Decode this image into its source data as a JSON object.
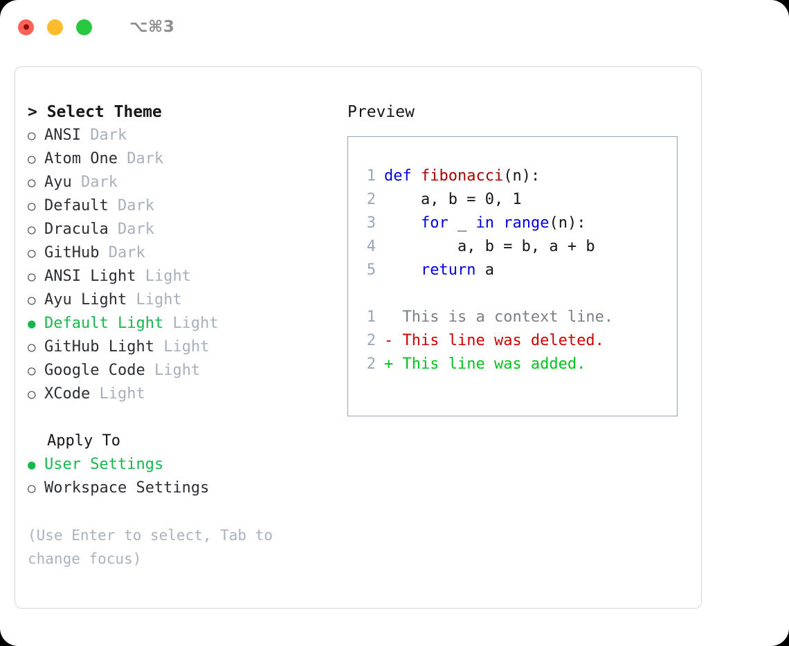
{
  "titlebar": {
    "shortcut": "⌥⌘3",
    "lights": [
      {
        "name": "close",
        "color": "#ff6159"
      },
      {
        "name": "minimize",
        "color": "#fdbc2e"
      },
      {
        "name": "maximize",
        "color": "#28c840"
      }
    ]
  },
  "theme_panel": {
    "heading": "> Select Theme",
    "items": [
      {
        "bullet": "○",
        "label": "ANSI",
        "tag": "Dark",
        "selected": false
      },
      {
        "bullet": "○",
        "label": "Atom One",
        "tag": "Dark",
        "selected": false
      },
      {
        "bullet": "○",
        "label": "Ayu",
        "tag": "Dark",
        "selected": false
      },
      {
        "bullet": "○",
        "label": "Default",
        "tag": "Dark",
        "selected": false
      },
      {
        "bullet": "○",
        "label": "Dracula",
        "tag": "Dark",
        "selected": false
      },
      {
        "bullet": "○",
        "label": "GitHub",
        "tag": "Dark",
        "selected": false
      },
      {
        "bullet": "○",
        "label": "ANSI Light",
        "tag": "Light",
        "selected": false
      },
      {
        "bullet": "○",
        "label": "Ayu Light",
        "tag": "Light",
        "selected": false
      },
      {
        "bullet": "●",
        "label": "Default Light",
        "tag": "Light",
        "selected": true
      },
      {
        "bullet": "○",
        "label": "GitHub Light",
        "tag": "Light",
        "selected": false
      },
      {
        "bullet": "○",
        "label": "Google Code",
        "tag": "Light",
        "selected": false
      },
      {
        "bullet": "○",
        "label": "XCode",
        "tag": "Light",
        "selected": false
      }
    ]
  },
  "apply_to": {
    "heading": "Apply To",
    "items": [
      {
        "bullet": "●",
        "label": "User Settings",
        "selected": true
      },
      {
        "bullet": "○",
        "label": "Workspace Settings",
        "selected": false
      }
    ]
  },
  "hint": "(Use Enter to select, Tab to change focus)",
  "preview": {
    "title": "Preview",
    "code_lines": [
      {
        "no": "1",
        "tokens": [
          {
            "t": "def ",
            "c": "kw"
          },
          {
            "t": "fibonacci",
            "c": "fn"
          },
          {
            "t": "(n):",
            "c": "plain"
          }
        ]
      },
      {
        "no": "2",
        "tokens": [
          {
            "t": "    a, b = 0, 1",
            "c": "plain"
          }
        ]
      },
      {
        "no": "3",
        "tokens": [
          {
            "t": "    ",
            "c": "plain"
          },
          {
            "t": "for ",
            "c": "kw"
          },
          {
            "t": "_ ",
            "c": "plain"
          },
          {
            "t": "in ",
            "c": "kw"
          },
          {
            "t": "range",
            "c": "kw"
          },
          {
            "t": "(n):",
            "c": "plain"
          }
        ]
      },
      {
        "no": "4",
        "tokens": [
          {
            "t": "        a, b = b, a + b",
            "c": "plain"
          }
        ]
      },
      {
        "no": "5",
        "tokens": [
          {
            "t": "    ",
            "c": "plain"
          },
          {
            "t": "return ",
            "c": "kw"
          },
          {
            "t": "a",
            "c": "plain"
          }
        ]
      }
    ],
    "diff_lines": [
      {
        "no": "1",
        "marker": "  ",
        "text": "This is a context line.",
        "kind": "ctx"
      },
      {
        "no": "2",
        "marker": "- ",
        "text": "This line was deleted.",
        "kind": "del"
      },
      {
        "no": "2",
        "marker": "+ ",
        "text": "This line was added.",
        "kind": "add"
      }
    ]
  },
  "colors": {
    "accent_green": "#16b84e",
    "muted": "#a8b0bc",
    "keyword_blue": "#0000e0",
    "function_red": "#aa0000",
    "diff_delete": "#cc0000",
    "diff_add": "#00c21e",
    "panel_border": "#d4d7dd",
    "preview_border": "#94a3b8"
  }
}
